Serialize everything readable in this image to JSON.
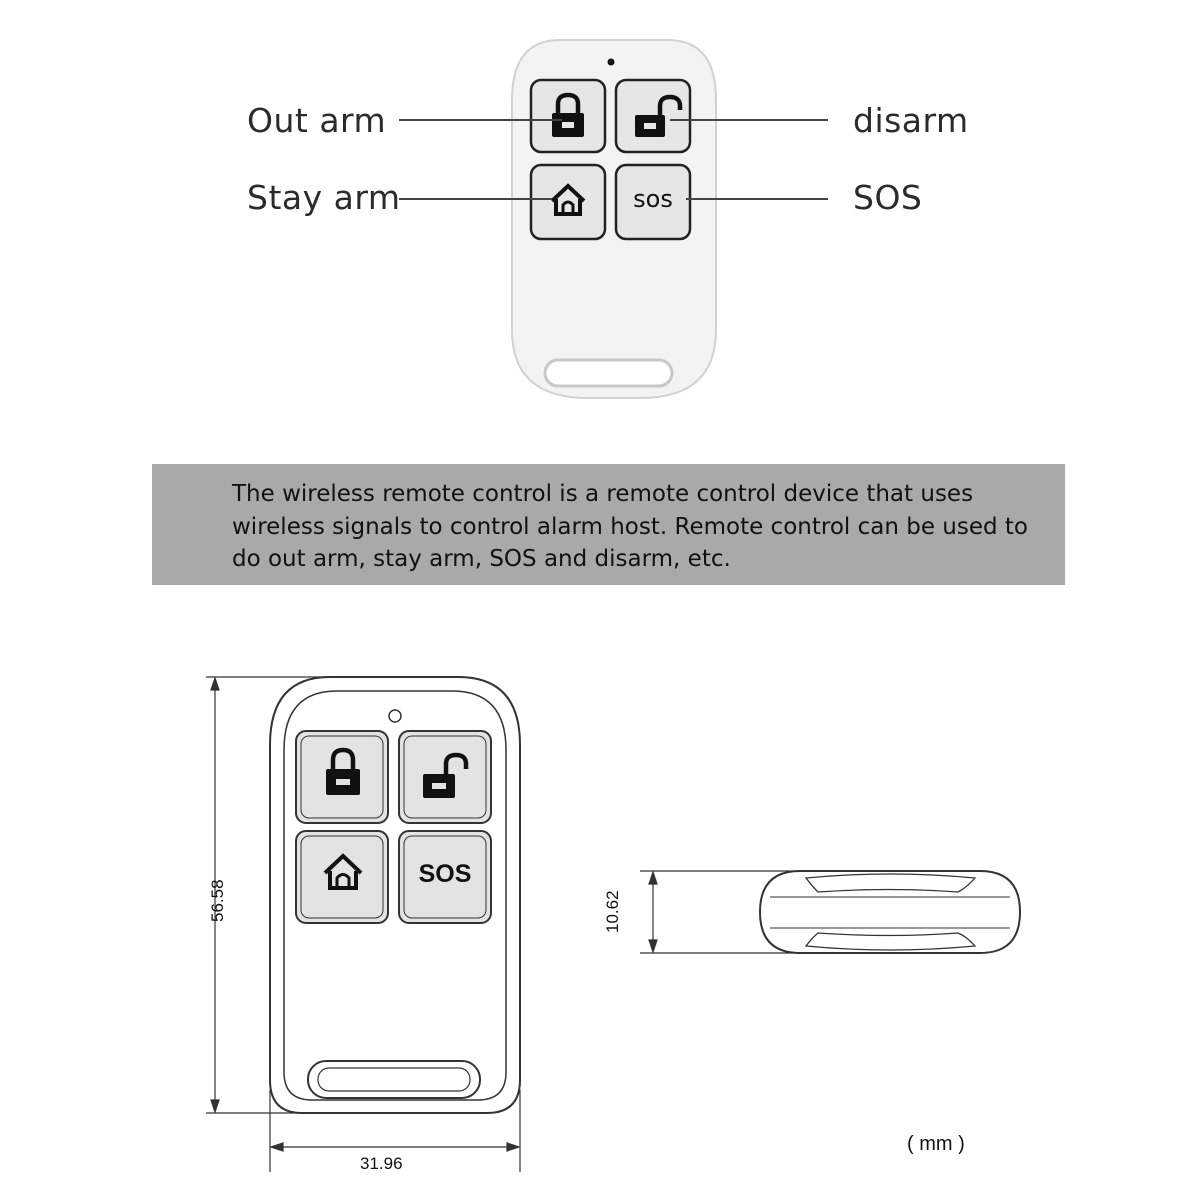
{
  "labels": {
    "out_arm": "Out arm",
    "disarm": "disarm",
    "stay_arm": "Stay arm",
    "sos": "SOS"
  },
  "buttons": {
    "sos_key": "sos",
    "sos_key_drawing": "SOS"
  },
  "description": "The wireless remote control is a remote control device that uses wireless signals to control alarm host. Remote control can be used to do out arm, stay arm, SOS and disarm, etc.",
  "dimensions": {
    "height": "56.58",
    "width": "31.96",
    "thickness": "10.62",
    "unit": "( mm )"
  },
  "icons": [
    "lock-closed-icon",
    "lock-open-icon",
    "home-icon"
  ],
  "colors": {
    "description_bg": "#a9a9a9",
    "button_fill": "#e3e3e3"
  }
}
